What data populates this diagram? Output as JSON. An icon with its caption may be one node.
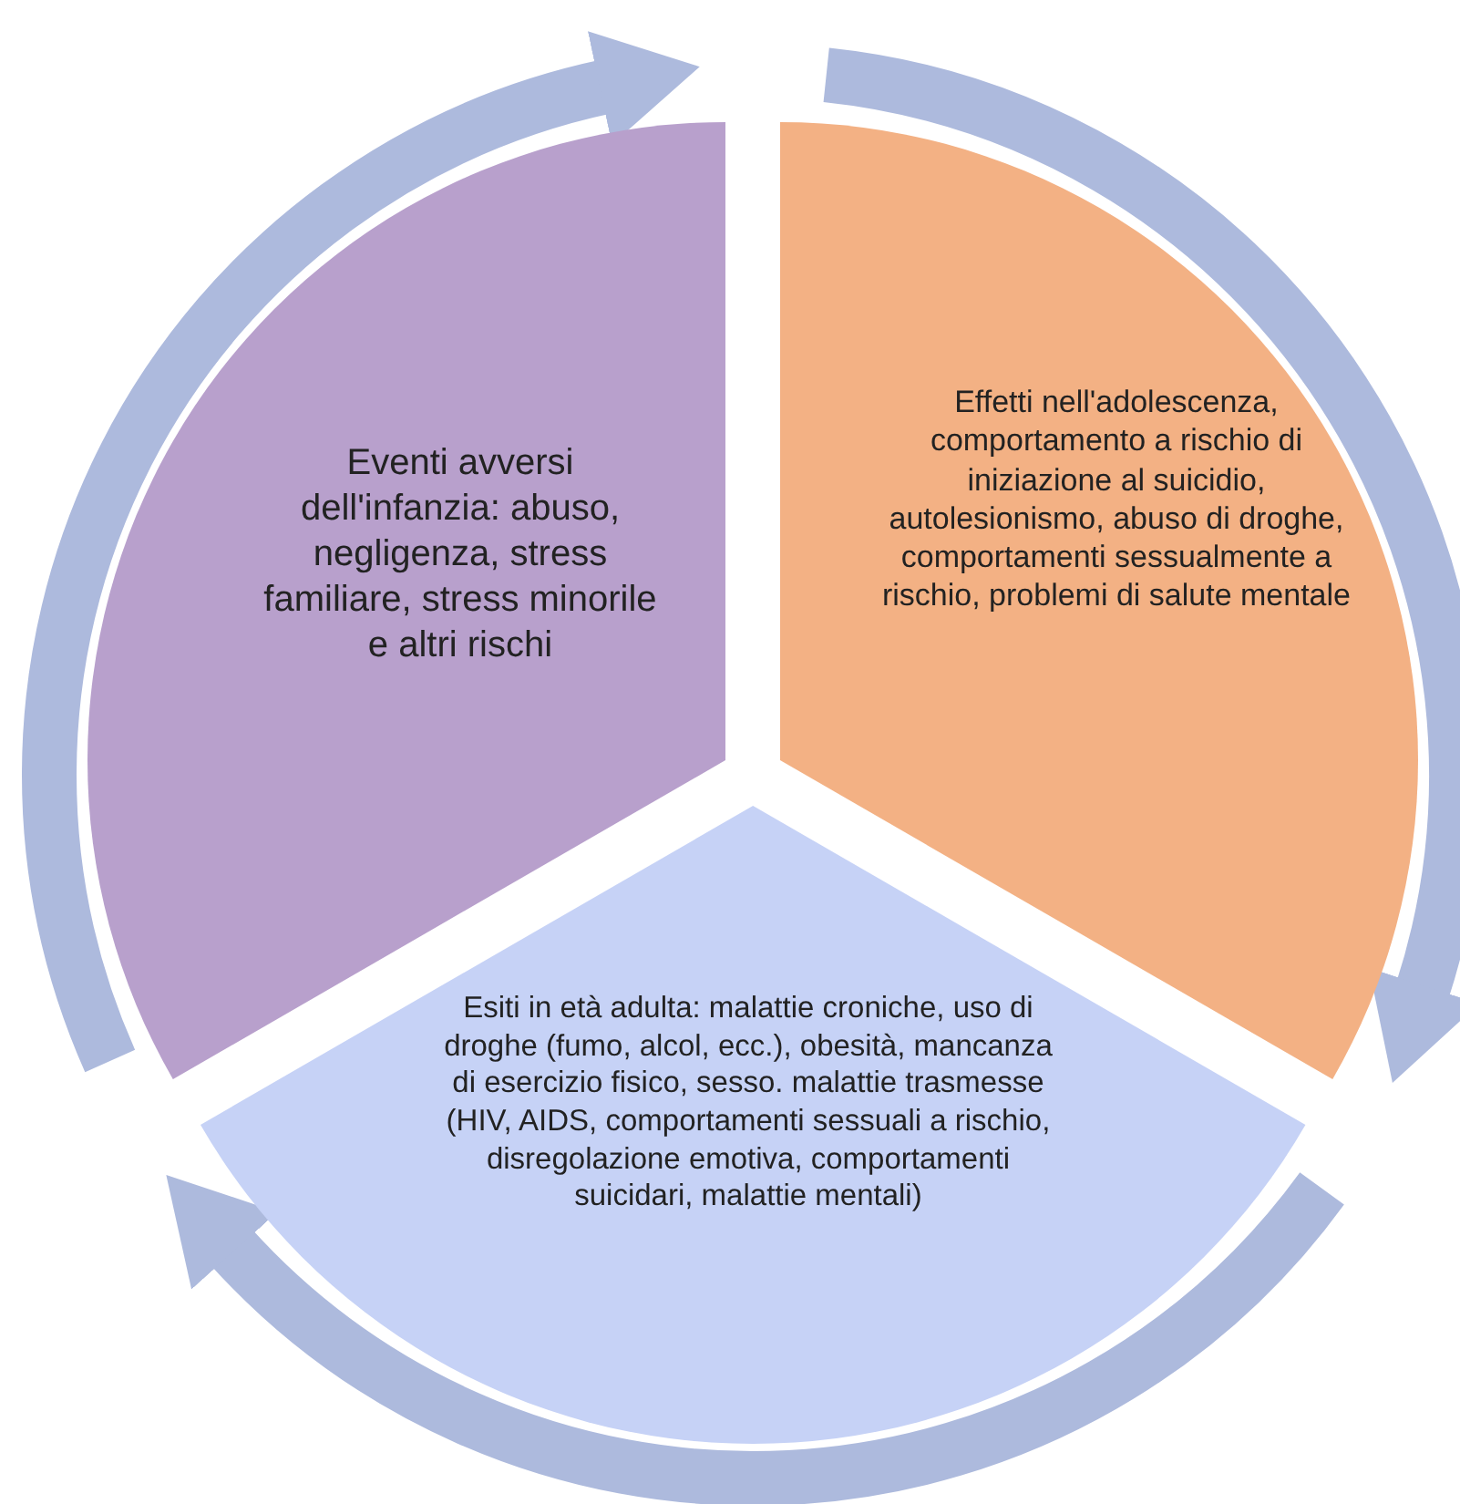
{
  "diagram": {
    "nodes": [
      {
        "text": [
          "Eventi avversi dell'infanzia: abuso, negligenza, stress familiare, stress minorile e altri rischi"
        ]
      },
      {
        "text": [
          "Effetti nell'adolescenza, comportamento a rischio di iniziazione al suicidio, autolesionismo, abuso di droghe, comportamenti sessualmente a rischio, problemi di salute mentale"
        ]
      },
      {
        "text": [
          "Esiti in età adulta: malattie croniche, uso di droghe (fumo, alcol, ecc.), obesità, mancanza di esercizio fisico, sesso. malattie trasmesse (HIV, AIDS, comportamenti sessuali a rischio, disregolazione emotiva, comportamenti suicidari, malattie mentali)"
        ]
      }
    ]
  }
}
